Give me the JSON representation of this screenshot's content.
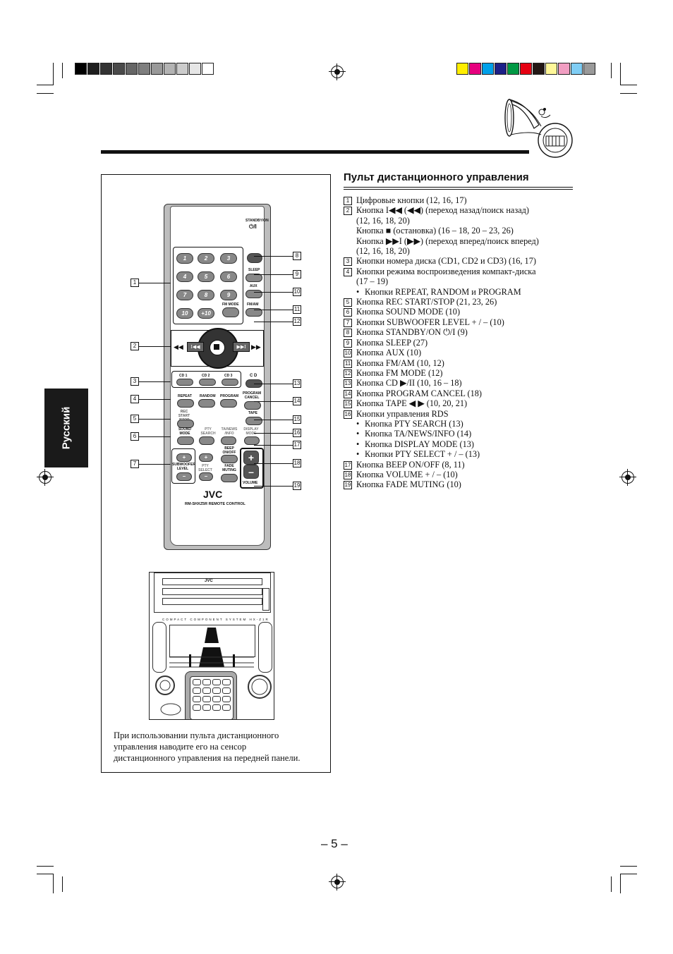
{
  "side_tab": {
    "label": "Русский"
  },
  "heading": "Пульт дистанционного управления",
  "items": [
    {
      "num": "1",
      "text": "Цифровые кнопки (12, 16, 17)"
    },
    {
      "num": "2",
      "text": "Кнопка I◀◀ (◀◀) (переход назад/поиск назад)"
    },
    {
      "num": "",
      "text": "(12, 16, 18, 20)",
      "cont": true
    },
    {
      "num": "",
      "text": "Кнопка ■ (остановка) (16 – 18, 20 – 23, 26)",
      "cont": true
    },
    {
      "num": "",
      "text": "Кнопка ▶▶I (▶▶) (переход вперед/поиск вперед)",
      "cont": true
    },
    {
      "num": "",
      "text": "(12, 16, 18, 20)",
      "cont": true
    },
    {
      "num": "3",
      "text": "Кнопки номера диска (CD1, CD2 и CD3) (16, 17)"
    },
    {
      "num": "4",
      "text": "Кнопки режима воспроизведения компакт-диска"
    },
    {
      "num": "",
      "text": "(17 – 19)",
      "cont": true
    },
    {
      "num": "",
      "text": "Кнопки REPEAT, RANDOM и PROGRAM",
      "sub": true
    },
    {
      "num": "5",
      "text": "Кнопка REC START/STOP (21, 23, 26)"
    },
    {
      "num": "6",
      "text": "Кнопка SOUND MODE (10)"
    },
    {
      "num": "7",
      "text": "Кнопки SUBWOOFER LEVEL + / – (10)"
    },
    {
      "num": "8",
      "text": "Кнопка STANDBY/ON ⏻/I (9)"
    },
    {
      "num": "9",
      "text": "Кнопка SLEEP (27)"
    },
    {
      "num": "10",
      "text": "Кнопка AUX (10)"
    },
    {
      "num": "11",
      "text": "Кнопка FM/AM (10, 12)"
    },
    {
      "num": "12",
      "text": "Кнопка FM MODE (12)"
    },
    {
      "num": "13",
      "text": "Кнопка CD ▶/II (10, 16 – 18)"
    },
    {
      "num": "14",
      "text": "Кнопка PROGRAM CANCEL (18)"
    },
    {
      "num": "15",
      "text": "Кнопка TAPE ◀ ▶ (10, 20, 21)"
    },
    {
      "num": "16",
      "text": "Кнопки управления RDS"
    },
    {
      "num": "",
      "text": "Кнопка PTY SEARCH (13)",
      "sub": true
    },
    {
      "num": "",
      "text": "Кнопка TA/NEWS/INFO (14)",
      "sub": true
    },
    {
      "num": "",
      "text": "Кнопка DISPLAY MODE (13)",
      "sub": true
    },
    {
      "num": "",
      "text": "Кнопки PTY SELECT + / – (13)",
      "sub": true
    },
    {
      "num": "17",
      "text": "Кнопка BEEP ON/OFF (8, 11)"
    },
    {
      "num": "18",
      "text": "Кнопка VOLUME + / – (10)"
    },
    {
      "num": "19",
      "text": "Кнопка FADE MUTING (10)"
    }
  ],
  "caption": [
    "При использовании пульта дистанционного",
    "управления наводите его на сенсор",
    "дистанционного управления на передней панели."
  ],
  "page_number": "– 5 –",
  "remote": {
    "brand": "JVC",
    "model": "RM-SHXZ5R REMOTE CONTROL",
    "standby_label": "STANDBY/ON",
    "standby_symbol": "⏻/I",
    "sleep_label": "SLEEP",
    "aux_label": "AUX",
    "fmmode_label": "FM MODE",
    "fmam_label": "FM/AM",
    "digits": [
      "1",
      "2",
      "3",
      "4",
      "5",
      "6",
      "7",
      "8",
      "9",
      "10",
      "+10"
    ],
    "cd_labels": [
      "CD 1",
      "CD 2",
      "CD 3"
    ],
    "cd_play_label": "C D",
    "repeat_label": "REPEAT",
    "random_label": "RANDOM",
    "program_label": "PROGRAM",
    "program_cancel_label": "PROGRAM CANCEL",
    "rec_label": "REC START /STOP",
    "tape_label": "TAPE",
    "sound_mode_label": "SOUND MODE",
    "pty_search_label": "PTY SEARCH",
    "ta_news_label": "TA/NEWS /INFO",
    "display_mode_label": "DISPLAY MODE",
    "beep_label": "BEEP ON/OFF",
    "fade_label": "FADE MUTING",
    "volume_label": "VOLUME",
    "subwoofer_label": "SUBWOOFER LEVEL",
    "pty_select_label": "PTY SELECT",
    "callouts_left": [
      "1",
      "2",
      "3",
      "4",
      "5",
      "6",
      "7"
    ],
    "callouts_right": [
      "8",
      "9",
      "10",
      "11",
      "12",
      "13",
      "14",
      "15",
      "16",
      "17",
      "18",
      "19"
    ]
  },
  "stereo": {
    "brand": "JVC",
    "system_label": "COMPACT COMPONENT SYSTEM HX-Z1R"
  },
  "colors": {
    "gray_bar": [
      "#000000",
      "#1e1e1e",
      "#333333",
      "#4a4a4a",
      "#666666",
      "#7f7f7f",
      "#999999",
      "#b3b3b3",
      "#cccccc",
      "#e6e6e6",
      "#ffffff"
    ],
    "color_bar": [
      "#ffee00",
      "#e6007e",
      "#00a0e9",
      "#1d2088",
      "#009944",
      "#e60012",
      "#231815",
      "#fff799",
      "#f19ec2",
      "#7fcdf4",
      "#9a9a9a"
    ]
  }
}
